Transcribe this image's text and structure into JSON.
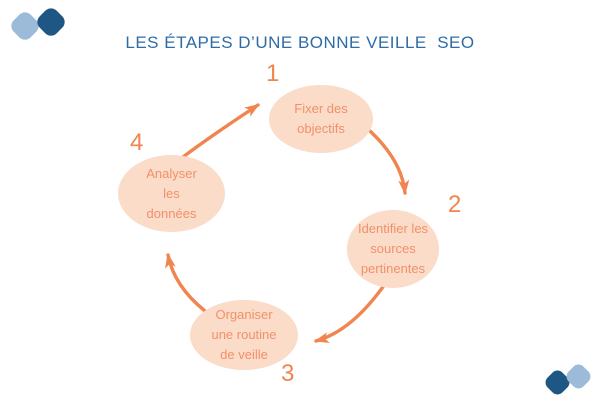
{
  "theme": {
    "accent-orange": "#F0854F",
    "ellipse-fill": "#FADCC9",
    "ellipse-text": "#F2906A",
    "title-blue": "#2D6CA7",
    "logo-dark-blue": "#1F5784",
    "logo-light-blue": "#9CBBD9",
    "background": "#FFFFFF"
  },
  "title": "LES ÉTAPES D’UNE BONNE VEILLE  SEO",
  "diagram": {
    "type": "cycle",
    "steps": [
      {
        "number": "1",
        "label": "Fixer des\nobjectifs"
      },
      {
        "number": "2",
        "label": "Identifier les\nsources\npertinentes"
      },
      {
        "number": "3",
        "label": "Organiser\nune routine\nde veille"
      },
      {
        "number": "4",
        "label": "Analyser\nles\ndonnées"
      }
    ]
  }
}
